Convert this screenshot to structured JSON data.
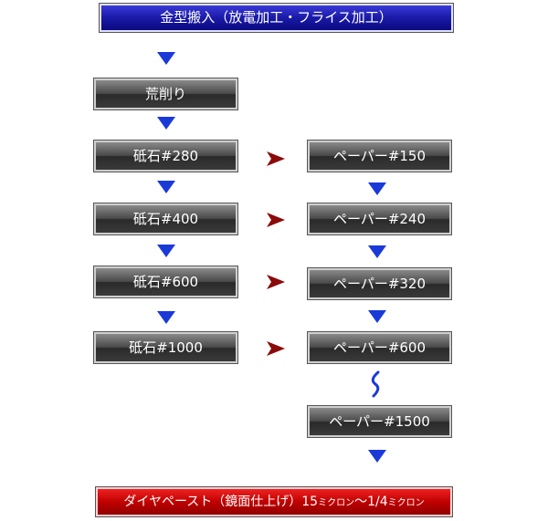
{
  "title": "金型搬入（放電加工・フライス加工）",
  "rough": "荒削り",
  "stones": [
    "砥石#280",
    "砥石#400",
    "砥石#600",
    "砥石#1000"
  ],
  "papers": [
    "ペーパー#150",
    "ペーパー#240",
    "ペーパー#320",
    "ペーパー#600",
    "ペーパー#1500"
  ],
  "final": {
    "prefix": "ダイヤペースト（鏡面仕上げ）15",
    "unit1": "ミクロン",
    "middle": "〜1/4",
    "unit2": "ミクロン"
  },
  "colors": {
    "flow_arrow": "#1a3ad8",
    "side_arrow": "#8b0a0a"
  }
}
